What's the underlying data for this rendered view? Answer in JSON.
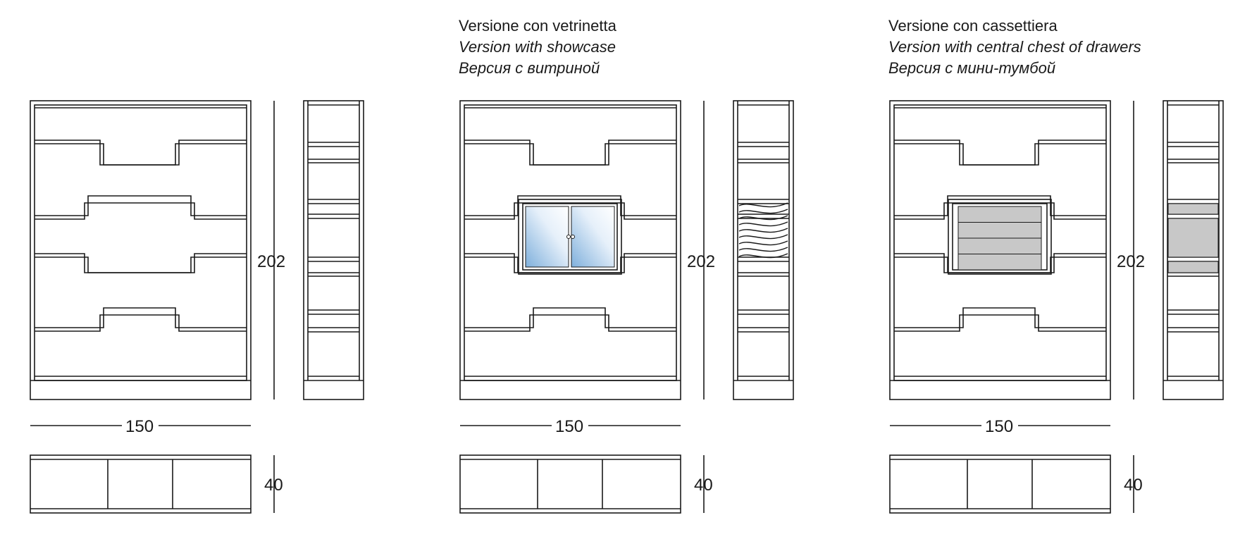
{
  "variants": [
    {
      "id": "standard",
      "caption": {
        "it": "",
        "en": "",
        "ru": ""
      },
      "width_label": "150",
      "height_label": "202",
      "depth_label": "40",
      "insert": "none"
    },
    {
      "id": "showcase",
      "caption": {
        "it": "Versione con vetrinetta",
        "en": "Version with showcase",
        "ru": "Версия с витриной"
      },
      "width_label": "150",
      "height_label": "202",
      "depth_label": "40",
      "insert": "showcase"
    },
    {
      "id": "drawers",
      "caption": {
        "it": "Versione con cassettiera",
        "en": "Version with central chest of drawers",
        "ru": "Версия с мини-тумбой"
      },
      "width_label": "150",
      "height_label": "202",
      "depth_label": "40",
      "insert": "drawers"
    }
  ],
  "colors": {
    "line": "#1a1a1a",
    "glass": "#7fb0dc",
    "drawer": "#c8c8c8"
  }
}
